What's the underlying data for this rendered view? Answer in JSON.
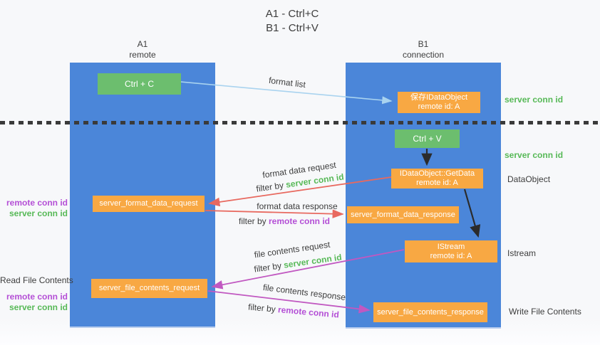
{
  "title": {
    "line1": "A1 - Ctrl+C",
    "line2": "B1 - Ctrl+V"
  },
  "columns": {
    "left": {
      "name": "A1",
      "subtitle": "remote"
    },
    "right": {
      "name": "B1",
      "subtitle": "connection"
    }
  },
  "nodes": {
    "ctrl_c": "Ctrl + C",
    "ctrl_v": "Ctrl + V",
    "save_dataobject": {
      "line1": "保存IDataObject",
      "line2": "remote id: A"
    },
    "getdata": {
      "line1": "IDataObject::GetData",
      "line2": "remote id: A"
    },
    "istream": {
      "line1": "IStream",
      "line2": "remote id: A"
    },
    "format_request": "server_format_data_request",
    "format_response": "server_format_data_response",
    "file_request": "server_file_contents_request",
    "file_response": "server_file_contents_response"
  },
  "labels": {
    "format_list": "format list",
    "format_data_request": "format data request",
    "format_data_response": "format data response",
    "file_contents_request": "file contents request",
    "file_contents_response": "file contents response",
    "filter_by": "filter by ",
    "server_conn_id": "server conn id",
    "remote_conn_id": "remote conn id",
    "dataobject": "DataObject",
    "istream_side": "Istream",
    "read_file_contents": "Read File Contents",
    "write_file_contents": "Write File Contents"
  },
  "colors": {
    "background": "#f7f8fa",
    "lane_blue": "#4b86d9",
    "box_green": "#6cbe6e",
    "box_orange": "#f8a843",
    "text_dark": "#3d3d3d",
    "green_label": "#57b957",
    "purple_label": "#b44fd6",
    "arrow_lightblue": "#a9d3ef",
    "arrow_red": "#e8695f",
    "arrow_magenta": "#c158c1",
    "arrow_black": "#2b2b2b"
  }
}
